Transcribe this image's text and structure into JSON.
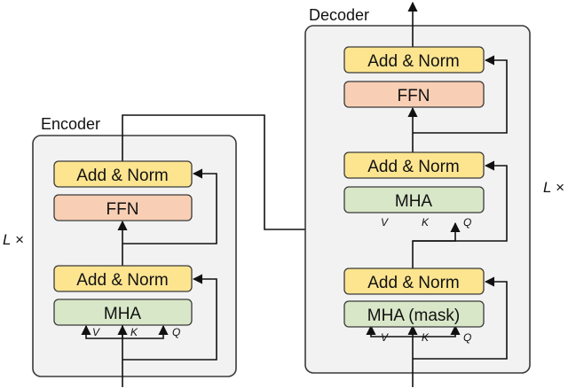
{
  "encoder": {
    "title": "Encoder",
    "repeat_label": "L ×",
    "blocks": {
      "add_norm_top": "Add & Norm",
      "ffn": "FFN",
      "add_norm_bottom": "Add & Norm",
      "mha": "MHA"
    },
    "inputs": {
      "v": "V",
      "k": "K",
      "q": "Q"
    }
  },
  "decoder": {
    "title": "Decoder",
    "repeat_label": "L ×",
    "blocks": {
      "add_norm_top": "Add & Norm",
      "ffn": "FFN",
      "add_norm_mid": "Add & Norm",
      "cross_mha": "MHA",
      "add_norm_bottom": "Add & Norm",
      "masked_mha": "MHA (mask)"
    },
    "cross_inputs": {
      "v": "V",
      "k": "K",
      "q": "Q"
    },
    "self_inputs": {
      "v": "V",
      "k": "K",
      "q": "Q"
    }
  },
  "colors": {
    "add_norm": "#fde590",
    "ffn": "#f8cfb4",
    "mha": "#d9e7c9",
    "frame": "#f2f2f2"
  }
}
